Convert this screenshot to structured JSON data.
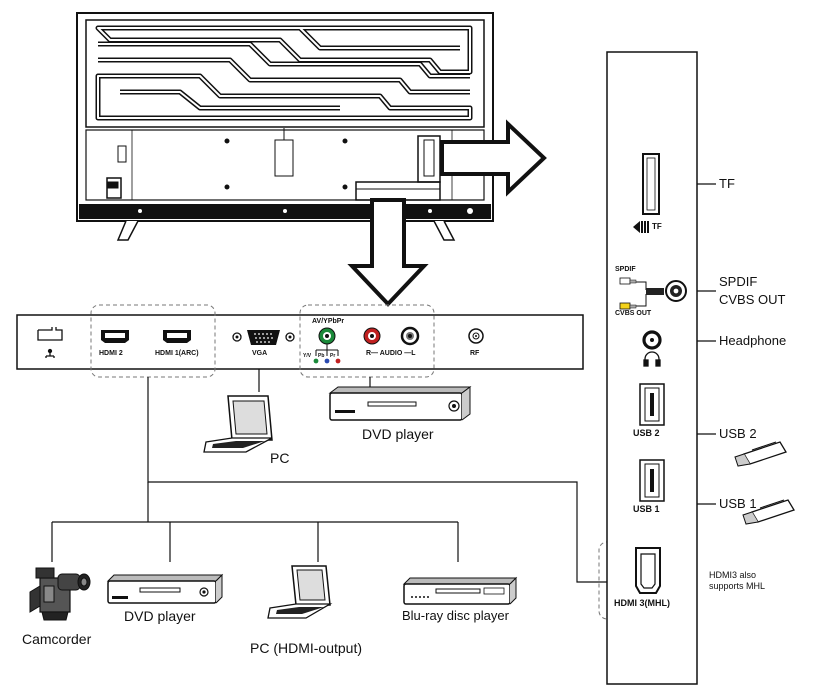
{
  "back_panel": {
    "hdmi2": "HDMI 2",
    "hdmi1_arc": "HDMI 1(ARC)",
    "vga": "VGA",
    "av_ypbpr": "AV/YPbPr",
    "component_y": "Y/V",
    "component_pb": "Pb",
    "component_pr": "Pr",
    "audio": "R— AUDIO —L",
    "rf": "RF"
  },
  "side_panel": {
    "tf_port": "TF",
    "spdif_port": "SPDIF",
    "cvbs_out_port": "CVBS OUT",
    "usb2_port": "USB 2",
    "usb1_port": "USB 1",
    "hdmi3_port": "HDMI 3(MHL)"
  },
  "callouts": {
    "tf": "TF",
    "spdif": "SPDIF",
    "cvbs_out": "CVBS OUT",
    "headphone": "Headphone",
    "usb2": "USB 2",
    "usb1": "USB 1",
    "hdmi3_note_line1": "HDMI3 also",
    "hdmi3_note_line2": "supports MHL"
  },
  "devices": {
    "pc_vga": "PC",
    "dvd_top": "DVD player",
    "camcorder": "Camcorder",
    "dvd_bottom": "DVD player",
    "pc_hdmi": "PC (HDMI-output)",
    "bluray": "Blu-ray disc player"
  },
  "icons": {
    "lan": "network-icon",
    "headphone": "headphone-icon",
    "usb_stick": "usb-stick-icon",
    "camcorder": "camcorder-icon",
    "laptop": "laptop-icon",
    "player": "disc-player-icon"
  }
}
